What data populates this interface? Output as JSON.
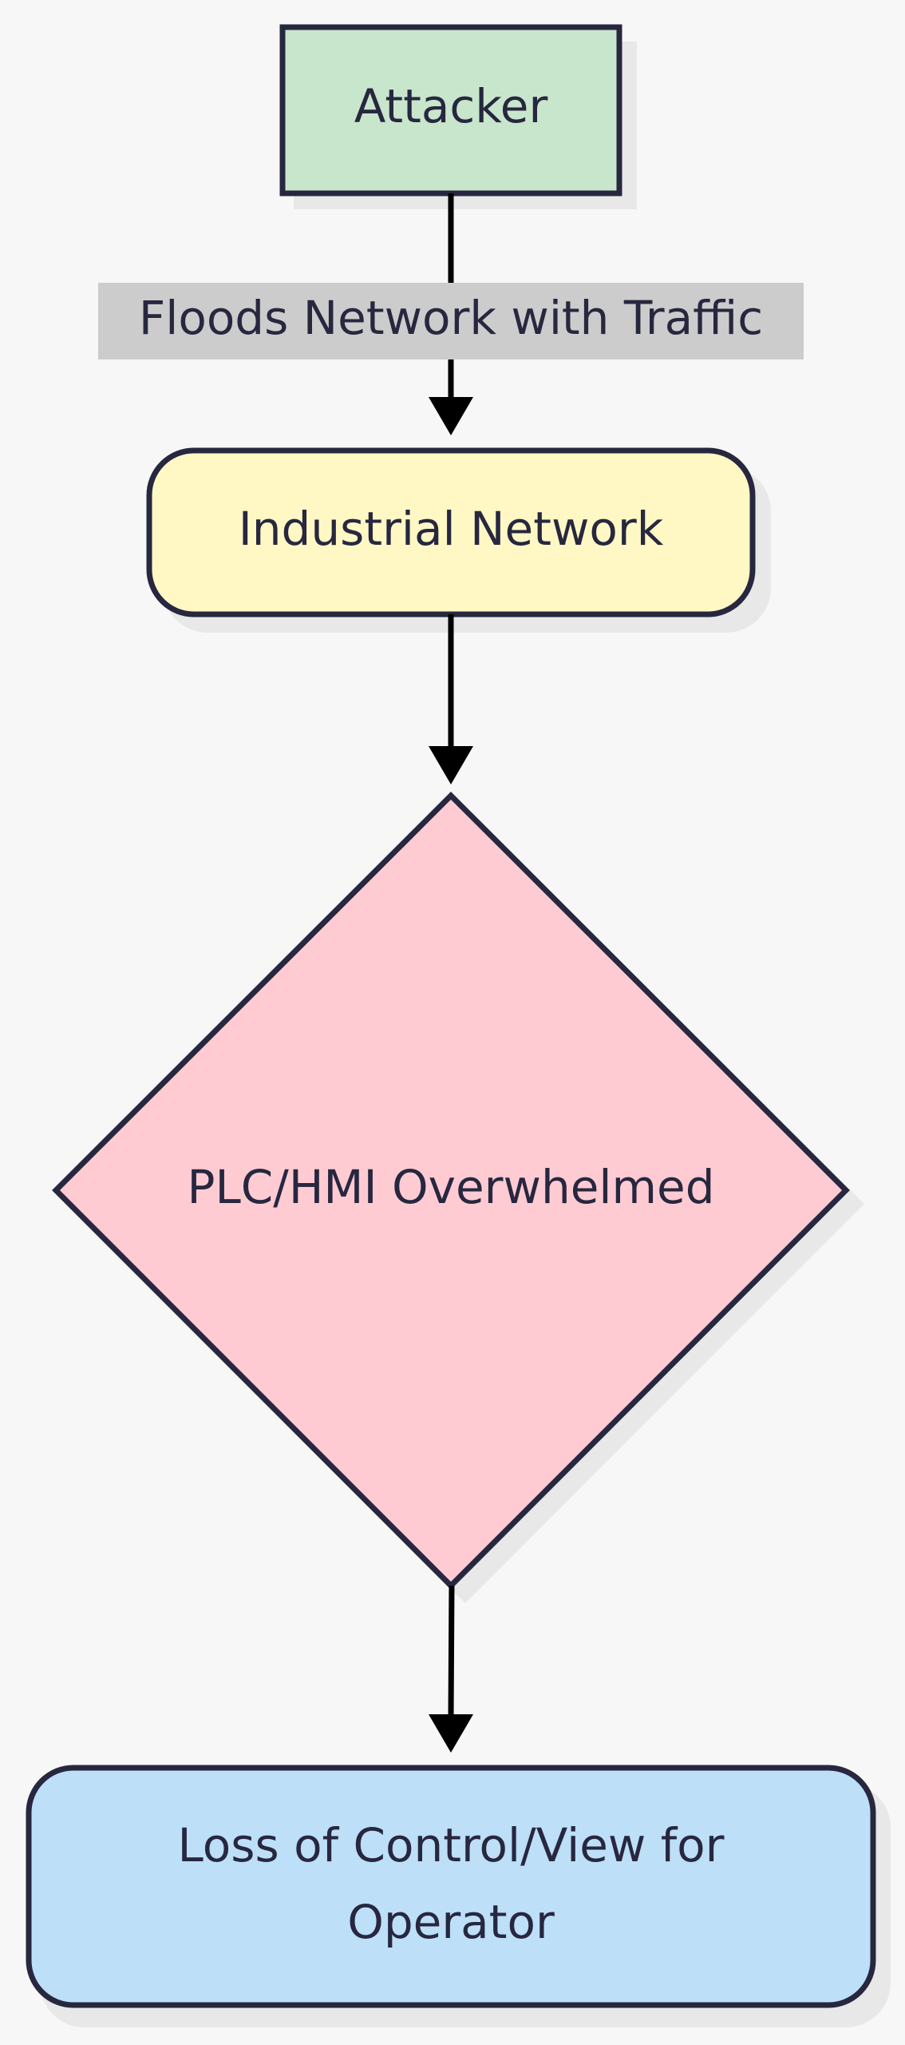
{
  "diagram": {
    "nodes": {
      "attacker": {
        "label": "Attacker",
        "shape": "rect",
        "fill": "#c8e6cc"
      },
      "network": {
        "label": "Industrial Network",
        "shape": "rounded-rect",
        "fill": "#fff8c4"
      },
      "plc": {
        "label": "PLC/HMI Overwhelmed",
        "shape": "diamond",
        "fill": "#ffcbd3"
      },
      "loss": {
        "label_line1": "Loss of Control/View for",
        "label_line2": "Operator",
        "shape": "rounded-rect",
        "fill": "#bddff8"
      }
    },
    "edges": [
      {
        "from": "attacker",
        "to": "network",
        "label": "Floods Network with Traffic"
      },
      {
        "from": "network",
        "to": "plc",
        "label": ""
      },
      {
        "from": "plc",
        "to": "loss",
        "label": ""
      }
    ],
    "colors": {
      "stroke": "#27273f",
      "arrow": "#000000",
      "edge_label_bg": "#cccccc",
      "shadow": "#e8e8e8",
      "background": "#f7f7f7"
    }
  }
}
